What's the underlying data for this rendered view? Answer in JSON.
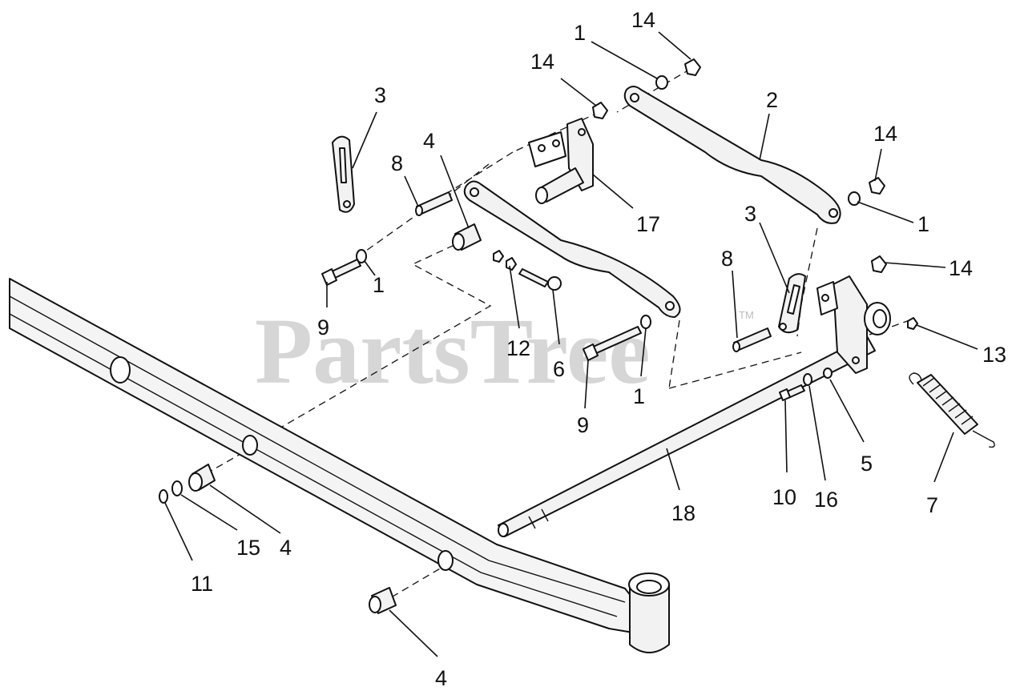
{
  "watermark": {
    "text": "PartsTree",
    "trademark": "TM"
  },
  "callouts": [
    {
      "id": "c1",
      "label": "14"
    },
    {
      "id": "c2",
      "label": "1"
    },
    {
      "id": "c3",
      "label": "14"
    },
    {
      "id": "c4",
      "label": "3"
    },
    {
      "id": "c5",
      "label": "2"
    },
    {
      "id": "c6",
      "label": "14"
    },
    {
      "id": "c7",
      "label": "4"
    },
    {
      "id": "c8",
      "label": "8"
    },
    {
      "id": "c9",
      "label": "17"
    },
    {
      "id": "c10",
      "label": "1"
    },
    {
      "id": "c11",
      "label": "3"
    },
    {
      "id": "c12",
      "label": "8"
    },
    {
      "id": "c13",
      "label": "14"
    },
    {
      "id": "c14",
      "label": "1"
    },
    {
      "id": "c15",
      "label": "9"
    },
    {
      "id": "c16",
      "label": "12"
    },
    {
      "id": "c17",
      "label": "6"
    },
    {
      "id": "c18",
      "label": "13"
    },
    {
      "id": "c19",
      "label": "9"
    },
    {
      "id": "c20",
      "label": "1"
    },
    {
      "id": "c21",
      "label": "7"
    },
    {
      "id": "c22",
      "label": "5"
    },
    {
      "id": "c23",
      "label": "10"
    },
    {
      "id": "c24",
      "label": "16"
    },
    {
      "id": "c25",
      "label": "18"
    },
    {
      "id": "c26",
      "label": "15"
    },
    {
      "id": "c27",
      "label": "4"
    },
    {
      "id": "c28",
      "label": "11"
    },
    {
      "id": "c29",
      "label": "4"
    }
  ]
}
